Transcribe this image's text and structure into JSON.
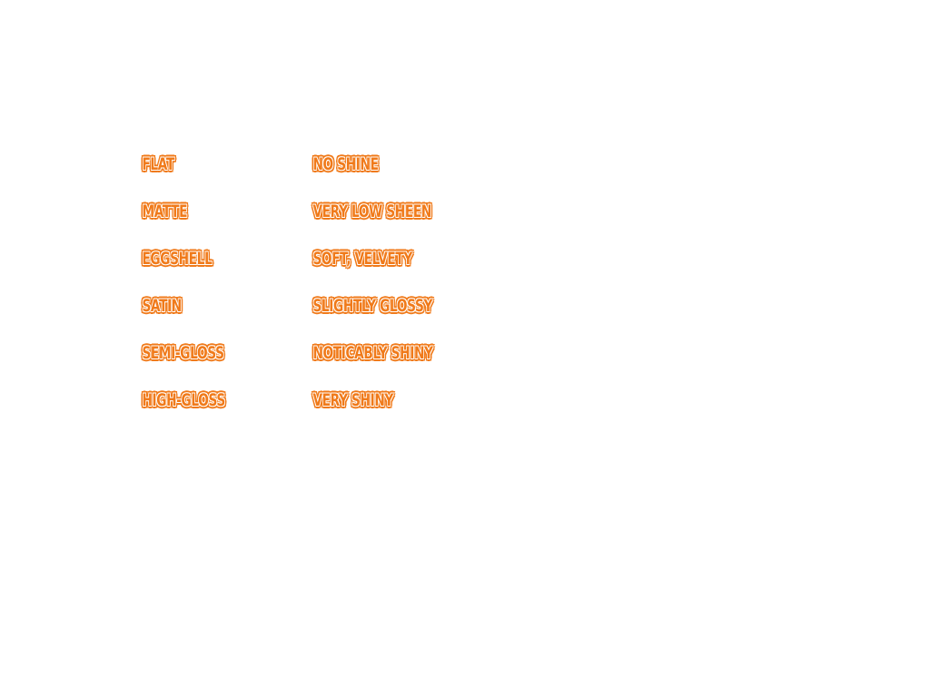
{
  "sheens": [
    {
      "finish": "Flat",
      "description": "No shine"
    },
    {
      "finish": "Matte",
      "description": "Very low sheen"
    },
    {
      "finish": "Eggshell",
      "description": "Soft, velvety"
    },
    {
      "finish": "Satin",
      "description": "Slightly glossy"
    },
    {
      "finish": "Semi-gloss",
      "description": "Noticably shiny"
    },
    {
      "finish": "High-gloss",
      "description": "Very shiny"
    }
  ],
  "colors": {
    "text": "#f07a1a",
    "background": "#ffffff"
  }
}
